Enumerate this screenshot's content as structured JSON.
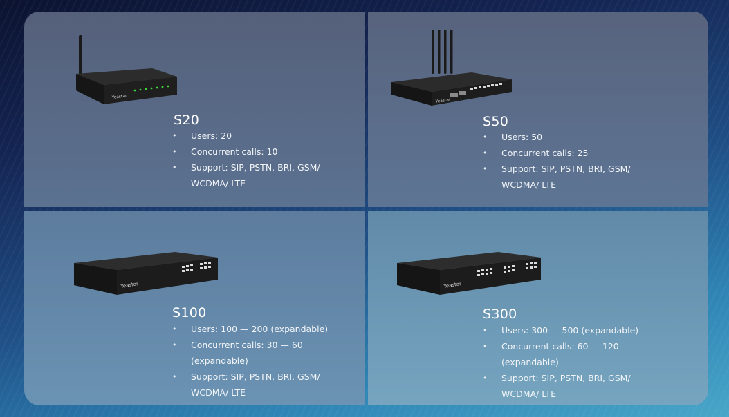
{
  "products": [
    {
      "model": "S20",
      "specs": [
        "Users: 20",
        "Concurrent calls: 10",
        "Support: SIP, PSTN, BRI, GSM/",
        "WCDMA/ LTE"
      ],
      "brand": "Yeastar"
    },
    {
      "model": "S50",
      "specs": [
        "Users: 50",
        "Concurrent calls: 25",
        "Support: SIP, PSTN, BRI, GSM/",
        "WCDMA/ LTE"
      ],
      "brand": "Yeastar"
    },
    {
      "model": "S100",
      "specs": [
        "Users: 100 — 200 (expandable)",
        "Concurrent calls: 30 — 60",
        "(expandable)",
        "Support: SIP, PSTN, BRI, GSM/",
        "WCDMA/ LTE"
      ],
      "brand": "Yeastar"
    },
    {
      "model": "S300",
      "specs": [
        "Users: 300 — 500 (expandable)",
        "Concurrent calls: 60 — 120",
        "(expandable)",
        "Support: SIP, PSTN, BRI, GSM/",
        "WCDMA/ LTE"
      ],
      "brand": "Yeastar"
    }
  ]
}
